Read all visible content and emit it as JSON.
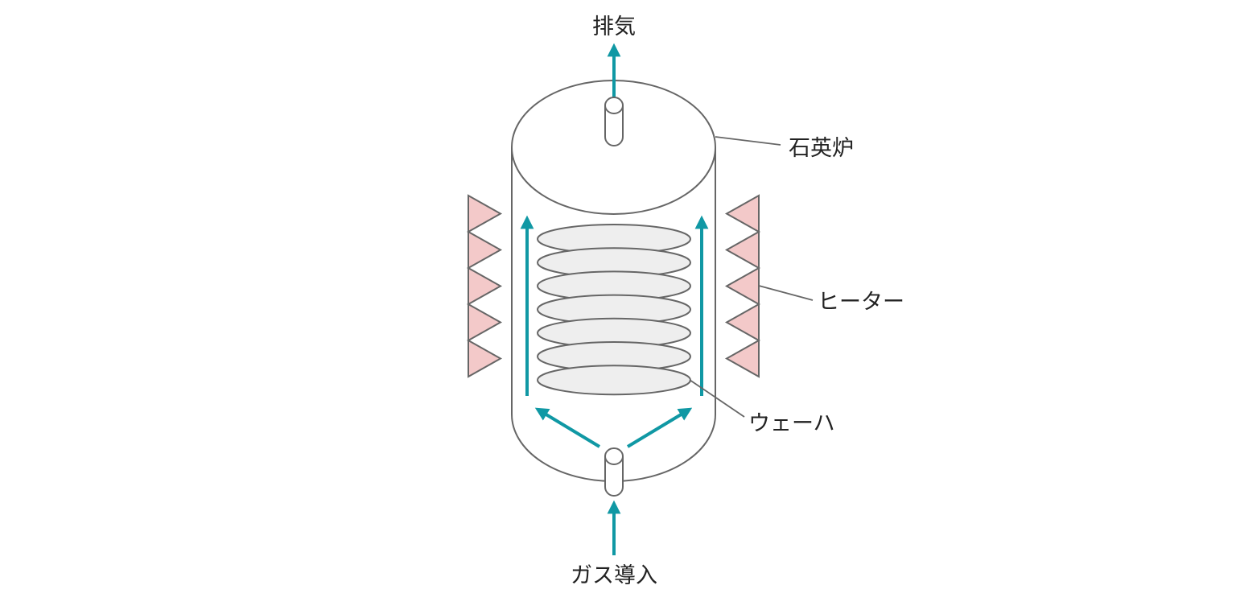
{
  "labels": {
    "exhaust": "排気",
    "quartz_furnace": "石英炉",
    "heater": "ヒーター",
    "wafer": "ウェーハ",
    "gas_inlet": "ガス導入"
  },
  "colors": {
    "arrow": "#1098a4",
    "outline": "#666666",
    "heater_fill": "#f3c9c9",
    "wafer_fill": "#eeeeee"
  },
  "wafer_count": 7,
  "heater_teeth_per_side": 5
}
